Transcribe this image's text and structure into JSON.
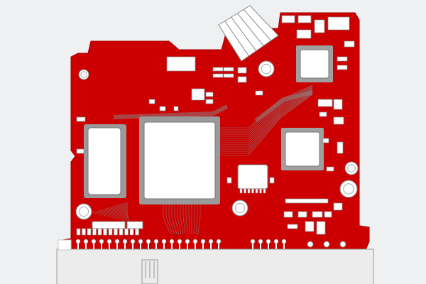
{
  "colors": {
    "background": "#eef0f2",
    "board": "#cc0000",
    "board_edge": "#a30000",
    "component": "#ffffff",
    "outline": "#888888",
    "connector": "#ececec"
  },
  "board": {
    "pin_count_main": 19,
    "pin_count_aux": 5,
    "large_chips": 4
  }
}
